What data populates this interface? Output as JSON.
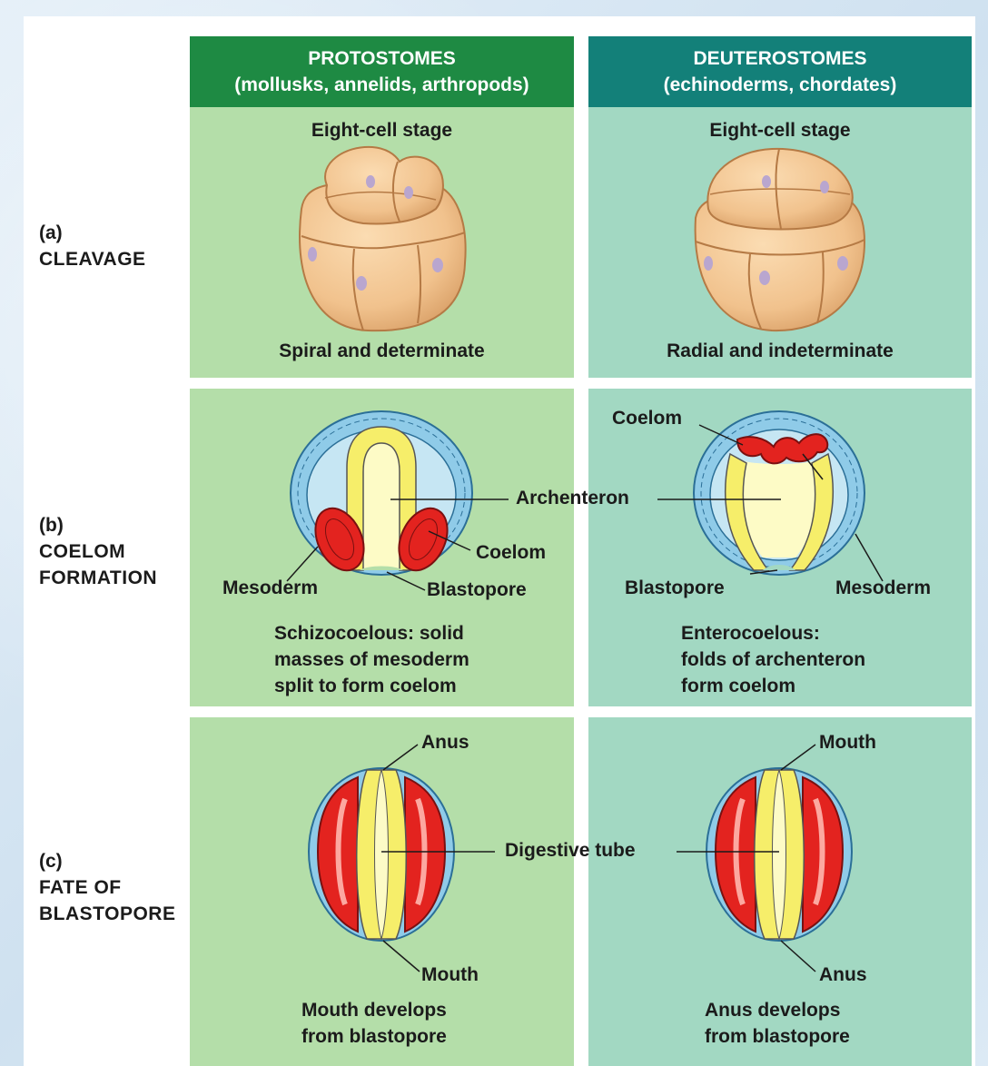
{
  "columns": {
    "left": {
      "title": "PROTOSTOMES",
      "subtitle": "(mollusks, annelids, arthropods)",
      "color": "#1e8a43",
      "panel_color": "#b4dea9"
    },
    "right": {
      "title": "DEUTEROSTOMES",
      "subtitle": "(echinoderms, chordates)",
      "color": "#138079",
      "panel_color": "#a2d8c2"
    }
  },
  "rows": {
    "cleavage": {
      "letter": "(a)",
      "title": "CLEAVAGE"
    },
    "coelom": {
      "letter": "(b)",
      "title_line1": "COELOM",
      "title_line2": "FORMATION"
    },
    "blastopore": {
      "letter": "(c)",
      "title_line1": "FATE OF",
      "title_line2": "BLASTOPORE"
    }
  },
  "cleavage": {
    "left_stage": "Eight-cell stage",
    "right_stage": "Eight-cell stage",
    "left_caption": "Spiral and determinate",
    "right_caption": "Radial and indeterminate"
  },
  "coelom": {
    "archenteron": "Archenteron",
    "left": {
      "coelom": "Coelom",
      "mesoderm": "Mesoderm",
      "blastopore": "Blastopore",
      "caption_line1": "Schizocoelous: solid",
      "caption_line2": "masses of mesoderm",
      "caption_line3": "split to form coelom"
    },
    "right": {
      "coelom": "Coelom",
      "mesoderm": "Mesoderm",
      "blastopore": "Blastopore",
      "caption_line1": "Enterocoelous:",
      "caption_line2": "folds of archenteron",
      "caption_line3": "form coelom"
    }
  },
  "blastopore": {
    "digestive_tube": "Digestive tube",
    "left": {
      "top": "Anus",
      "bottom": "Mouth",
      "caption_line1": "Mouth develops",
      "caption_line2": "from blastopore"
    },
    "right": {
      "top": "Mouth",
      "bottom": "Anus",
      "caption_line1": "Anus develops",
      "caption_line2": "from blastopore"
    }
  },
  "colors": {
    "ectoderm": "#8fcbe8",
    "endoderm": "#f6ee6a",
    "mesoderm": "#e3231f",
    "archenteron": "#fdfbc6",
    "blastocoel": "#c6e6f3",
    "embryo": "#f0c089"
  }
}
